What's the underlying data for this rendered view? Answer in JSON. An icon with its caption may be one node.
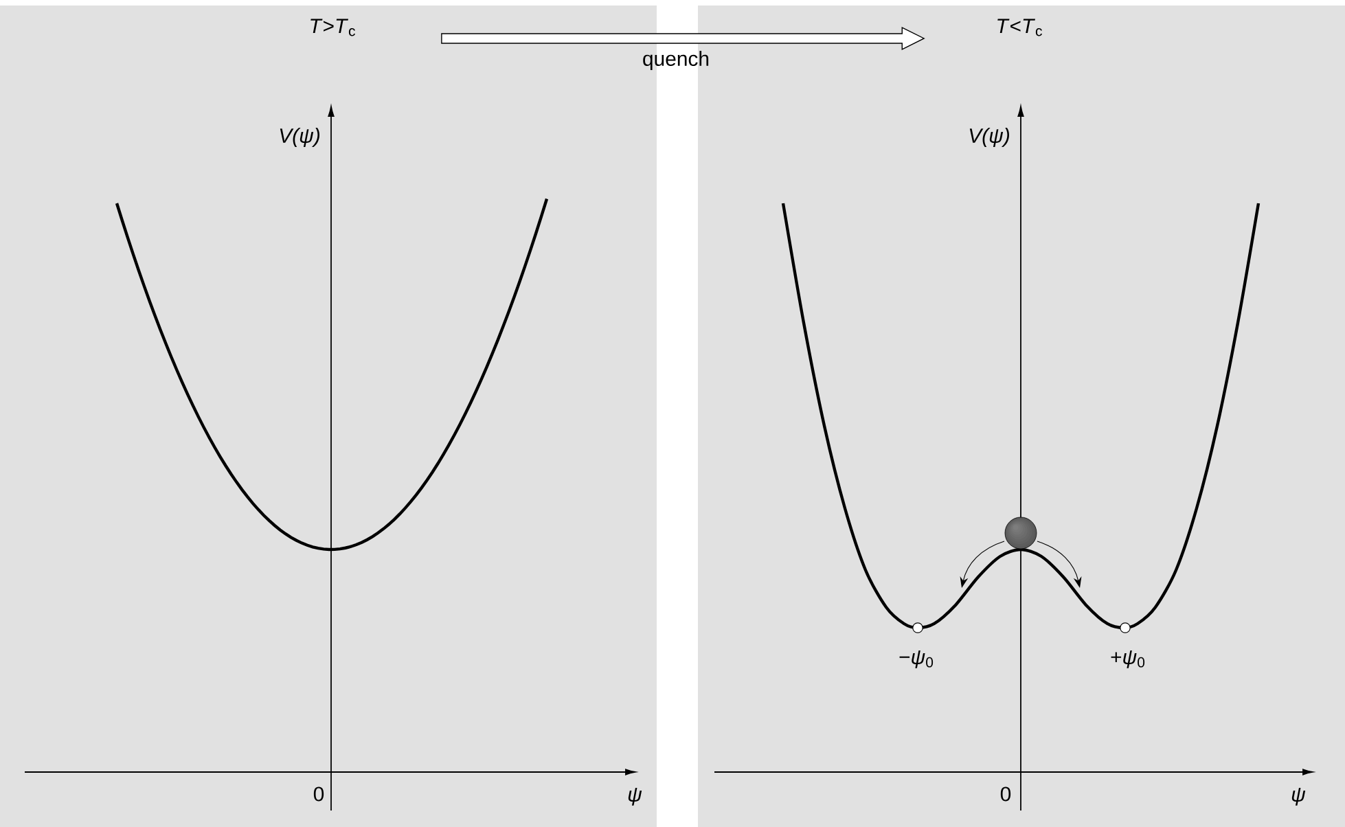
{
  "diagram": {
    "nodes": [
      {
        "text": [
          "*T*>*T*$_{c}$"
        ]
      },
      {
        "text": [
          "*T*<*T*$_{c}$"
        ]
      }
    ],
    "edges": [
      {
        "from": 0,
        "to": 1,
        "arrow": "to",
        "label": "quench"
      }
    ],
    "labels": [
      "*V*(*ψ*)",
      "0",
      "ψ",
      "*V*(*ψ*)",
      "−*ψ*$_{0}$",
      "+*ψ*$_{0}$",
      "0",
      "ψ"
    ]
  }
}
